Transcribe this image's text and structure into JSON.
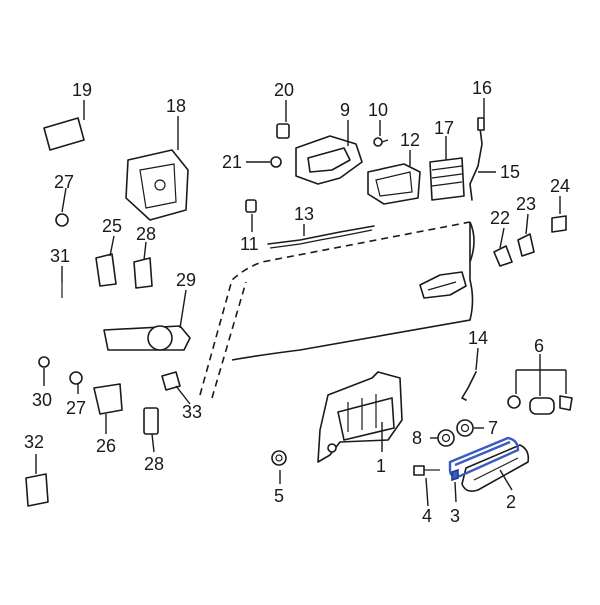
{
  "highlight_color": "#3a5bbf",
  "callouts": {
    "c1": "1",
    "c2": "2",
    "c3": "3",
    "c4": "4",
    "c5": "5",
    "c6": "6",
    "c7": "7",
    "c8": "8",
    "c9": "9",
    "c10": "10",
    "c11": "11",
    "c12": "12",
    "c13": "13",
    "c14": "14",
    "c15": "15",
    "c16": "16",
    "c17": "17",
    "c18": "18",
    "c19": "19",
    "c20": "20",
    "c21": "21",
    "c22": "22",
    "c23": "23",
    "c24": "24",
    "c25": "25",
    "c26": "26",
    "c27a": "27",
    "c27b": "27",
    "c28a": "28",
    "c28b": "28",
    "c29": "29",
    "c30": "30",
    "c31": "31",
    "c32": "32",
    "c33": "33"
  },
  "highlighted_part": "3"
}
